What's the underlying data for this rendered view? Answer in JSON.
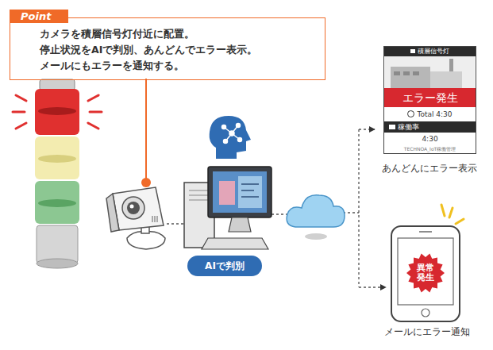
{
  "diagram": {
    "nodes": [
      {
        "text": [
          "Point",
          "カメラを積層信号灯付近に配置。",
          "停止状況をAIで判別、あんどんでエラー表示。",
          "メールにもエラーを通知する。"
        ]
      },
      {
        "text": [
          "積層信号灯",
          "エラー発生",
          "Total 4:30",
          "稼働率",
          "4:30",
          "TECHNOA_IoT稼働管理"
        ]
      },
      {
        "text": [
          "AIで判別"
        ]
      },
      {
        "text": [
          "異常発生"
        ]
      }
    ],
    "labels": [
      "あんどんにエラー表示",
      "メールにエラー通知"
    ]
  }
}
